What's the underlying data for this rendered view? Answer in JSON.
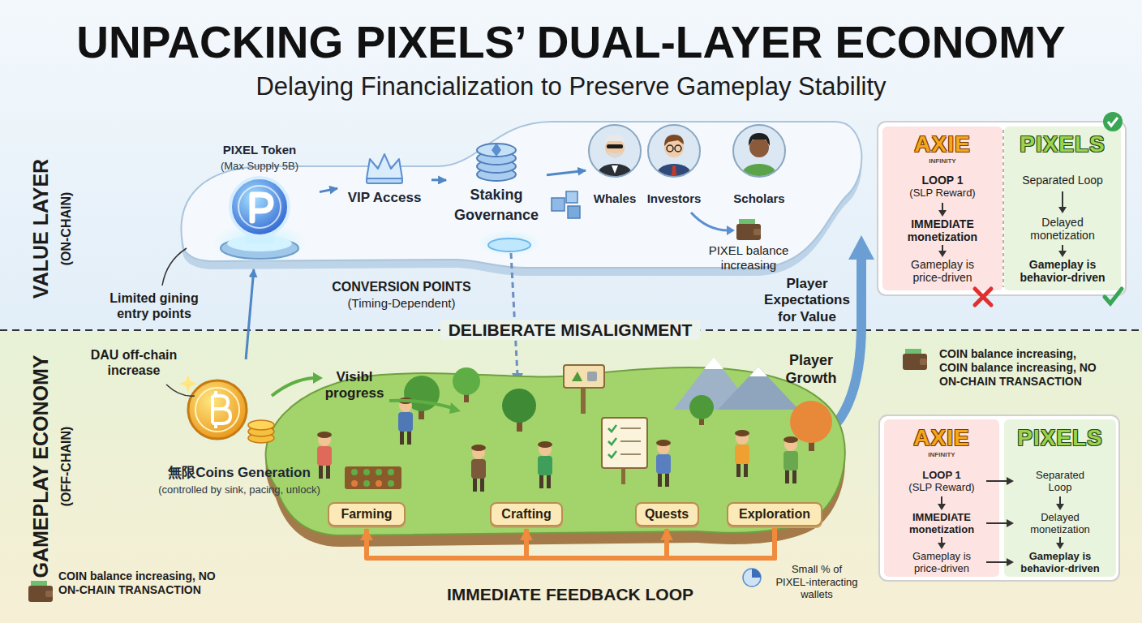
{
  "diagram": {
    "title": "UNPACKING PIXELS’ DUAL-LAYER ECONOMY",
    "nodes": [
      {
        "text": [
          "PIXEL Token",
          "(Max Supply 5B)"
        ]
      },
      {
        "text": [
          "VIP Access"
        ]
      },
      {
        "text": [
          "Staking",
          "Governance"
        ]
      },
      {
        "text": [
          "Whales"
        ]
      },
      {
        "text": [
          "Investors"
        ]
      },
      {
        "text": [
          "Scholars"
        ]
      },
      {
        "text": [
          "AXIE",
          "INFINITY",
          "LOOP 1",
          "(SLP Reward)",
          "IMMEDIATE monetization",
          "Gameplay is price-driven"
        ]
      },
      {
        "text": [
          "PIXELS",
          "Separated Loop",
          "Delayed monetization",
          "Gameplay is behavior-driven"
        ]
      },
      {
        "text": [
          "無限Coins Generation",
          "(controlled by sink, pacing, unlock)"
        ]
      },
      {
        "text": [
          "Farming"
        ]
      },
      {
        "text": [
          "Crafting"
        ]
      },
      {
        "text": [
          "Quests"
        ]
      },
      {
        "text": [
          "Exploration"
        ]
      },
      {
        "text": [
          "AXIE",
          "INFINITY",
          "LOOP 1",
          "(SLP Reward)",
          "IMMEDIATE monetization",
          "Gameplay is price-driven"
        ]
      },
      {
        "text": [
          "PIXELS",
          "Separated Loop",
          "Delayed monetization",
          "Gameplay is behavior-driven"
        ]
      }
    ],
    "edges": [
      {
        "from": 8,
        "to": 0,
        "arrow": "to"
      },
      {
        "from": 0,
        "to": 1,
        "arrow": "to"
      },
      {
        "from": 1,
        "to": 2,
        "arrow": "to"
      },
      {
        "from": 2,
        "to": 3,
        "arrow": "to"
      },
      {
        "from": 12,
        "to": 9,
        "arrow": "to"
      },
      {
        "from": 12,
        "to": 10,
        "arrow": "to"
      },
      {
        "from": 12,
        "to": 11,
        "arrow": "to"
      }
    ],
    "labels": [
      "Delaying Financialization to Preserve Gameplay Stability",
      "VALUE LAYER",
      "(ON-CHAIN)",
      "GAMEPLAY ECONOMY",
      "(OFF-CHAIN)",
      "Limited gining entry points",
      "CONVERSION POINTS",
      "(Timing-Dependent)",
      "PIXEL balance increasing",
      "Player Expectations for Value",
      "DELIBERATE MISALIGNMENT",
      "DAU off-chain increase",
      "Visibl progress",
      "Player Growth",
      "COIN balance increasing, COIN balance increasing, NO ON-CHAIN TRANSACTION",
      "COIN balance increasing, NO ON-CHAIN TRANSACTION",
      "Small % of PIXEL-interacting wallets",
      "IMMEDIATE FEEDBACK LOOP"
    ]
  }
}
